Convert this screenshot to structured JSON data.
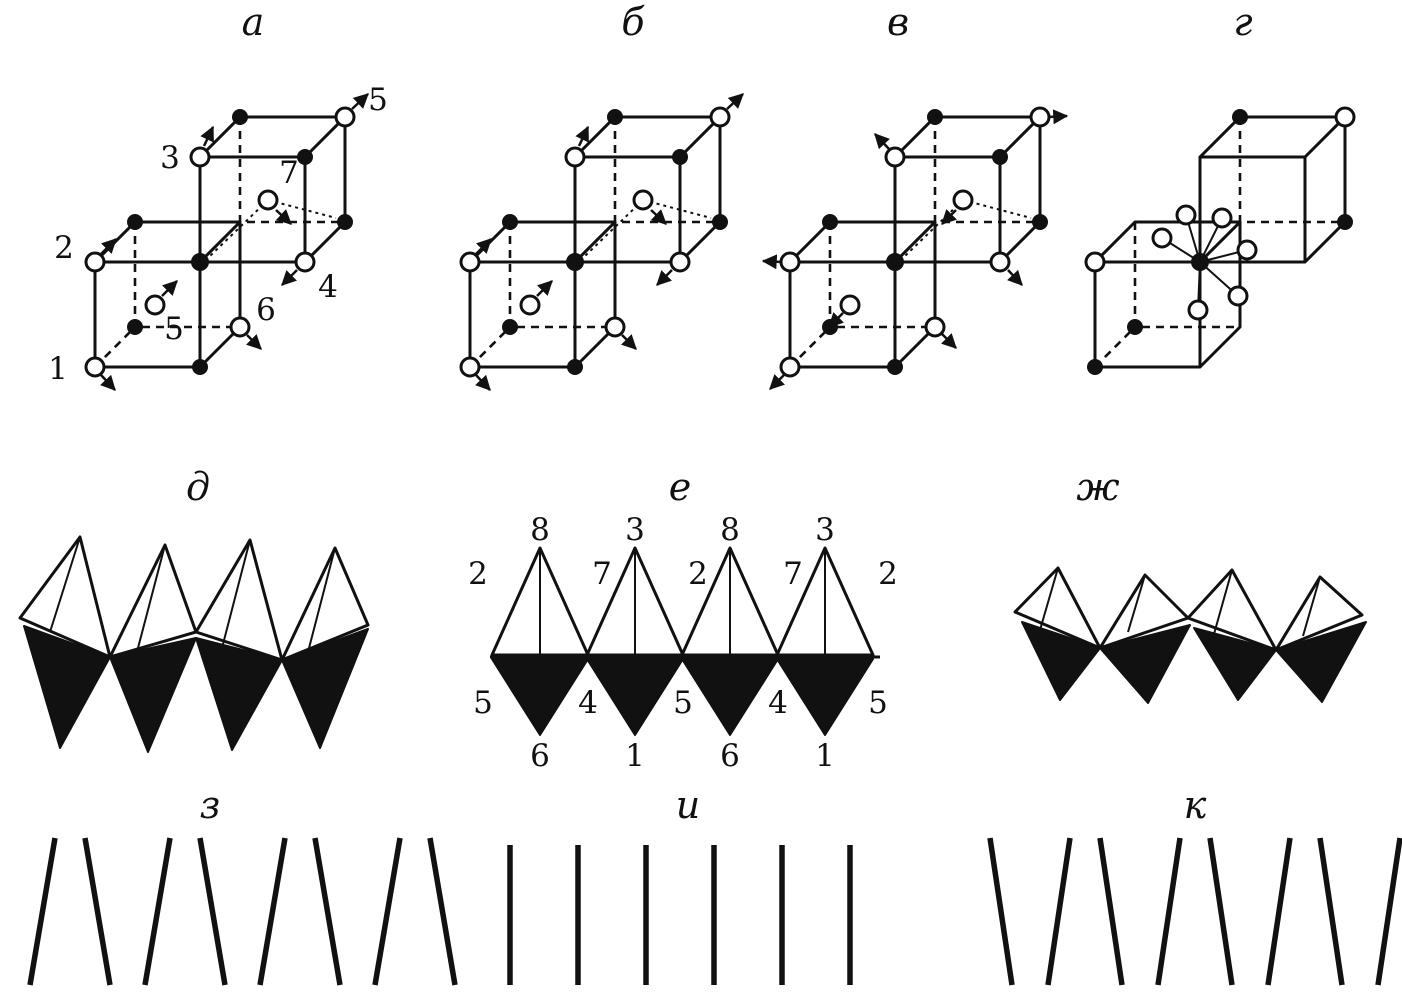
{
  "panel_letters": {
    "a": "а",
    "b": "б",
    "v": "в",
    "g": "г",
    "d": "д",
    "e": "е",
    "zh": "ж",
    "z": "з",
    "i": "и",
    "k": "к"
  },
  "panel_a_atom_numbers": {
    "n1": "1",
    "n2": "2",
    "n3": "3",
    "n4": "4",
    "n5_upper": "5",
    "n5_lower": "5",
    "n6": "6",
    "n7": "7"
  },
  "panel_e_vertex_numbers": {
    "top": [
      "8",
      "3",
      "8",
      "3"
    ],
    "upper_side": [
      "2",
      "7",
      "2",
      "7",
      "2"
    ],
    "lower_side": [
      "5",
      "4",
      "5",
      "4",
      "5"
    ],
    "bottom": [
      "6",
      "1",
      "6",
      "1"
    ]
  },
  "colors": {
    "ink": "#111111",
    "paper": "#ffffff"
  }
}
